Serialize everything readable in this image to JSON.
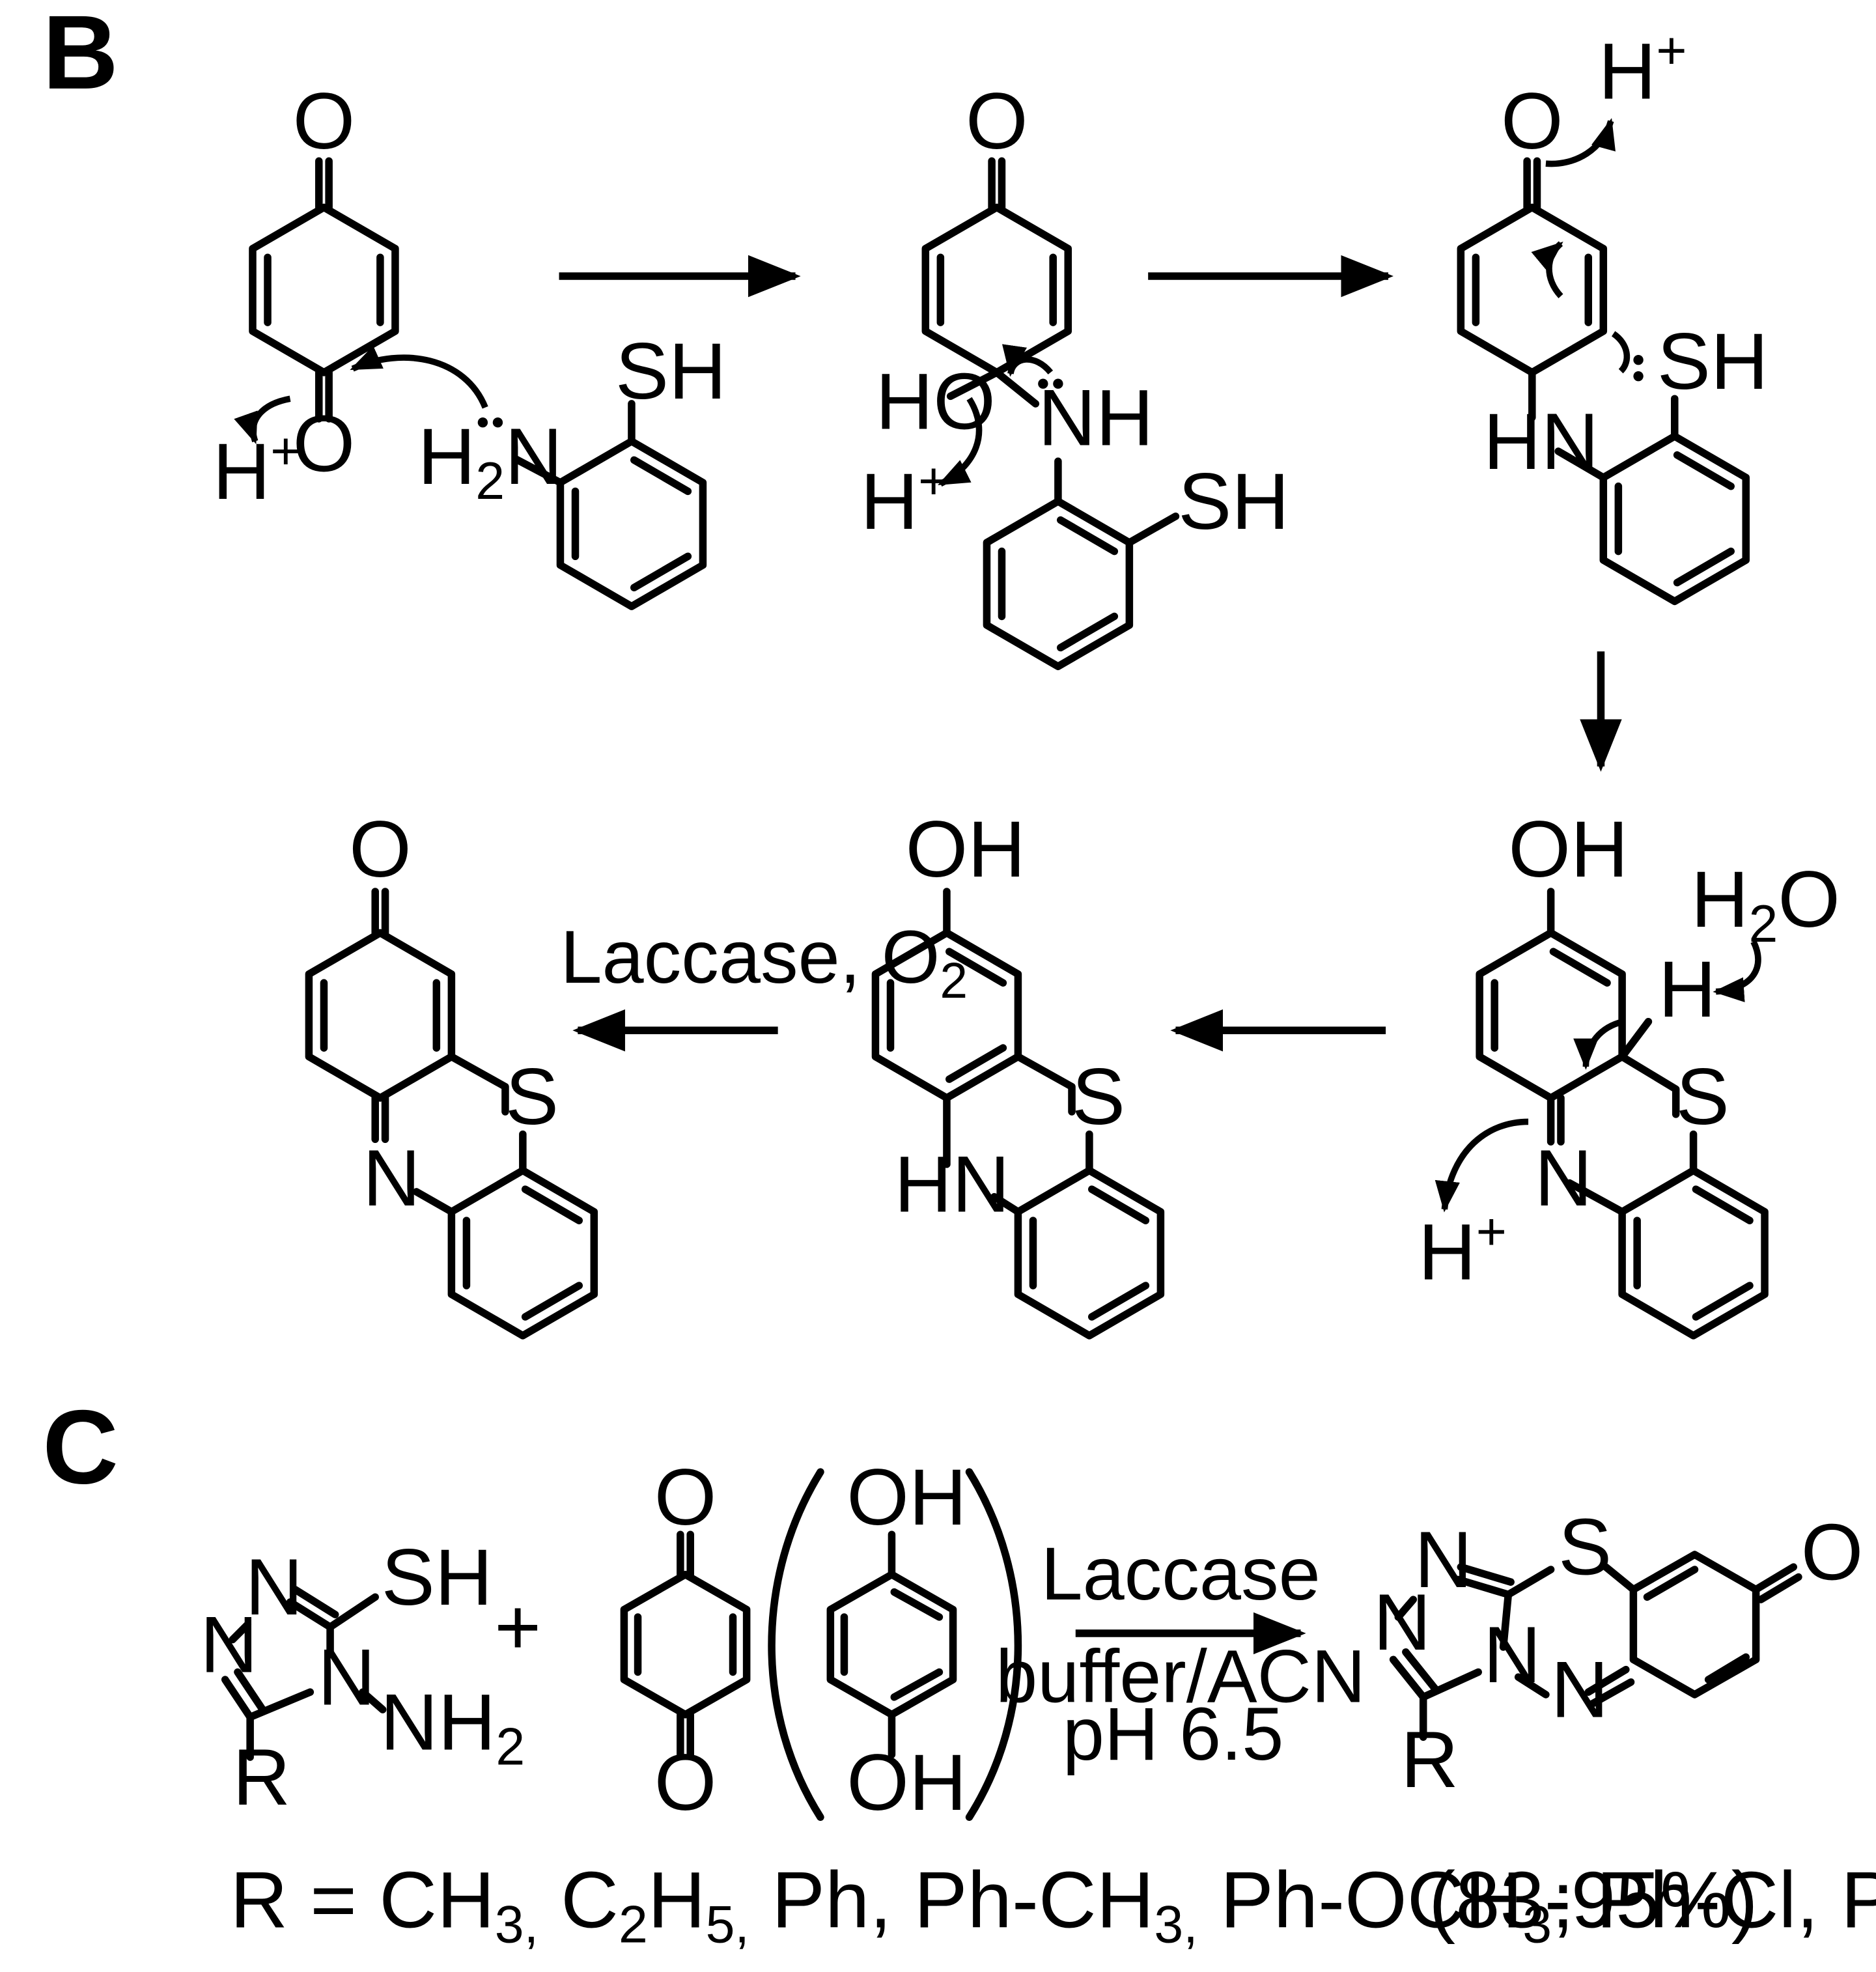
{
  "panels": {
    "b": "B",
    "c": "C"
  },
  "atoms": {
    "O": "O",
    "H": "H",
    "N": "N",
    "S": "S",
    "R": "R",
    "SH": "SH",
    "NH": "NH",
    "HN": "HN",
    "HO": "HO",
    "OH": "OH",
    "H2N_main": "H",
    "H2N_sub": "2",
    "H2N_end": "N",
    "NH2_main": "NH",
    "NH2_sub": "2",
    "H2O_main": "H",
    "H2O_sub": "2",
    "H2O_end": "O",
    "Hplus_main": "H",
    "Hplus_sup": "+",
    "plus": "+"
  },
  "conditions": {
    "laccase_o2_main": "Laccase, O",
    "laccase_o2_sub": "2",
    "laccase": "Laccase",
    "buffer": "buffer/ACN",
    "ph": "pH 6.5"
  },
  "footer": {
    "r_prefix": "R = CH",
    "r_s1": "3,",
    "r_p2": " C",
    "r_s2": "2",
    "r_p3": "H",
    "r_s3": "5,",
    "r_p4": " Ph, Ph-CH",
    "r_s4": "3,",
    "r_p5": " Ph-OCH",
    "r_s5": "3",
    "r_p6": "; Ph-Cl, Ph-Br",
    "yield": "(83-95%)"
  }
}
